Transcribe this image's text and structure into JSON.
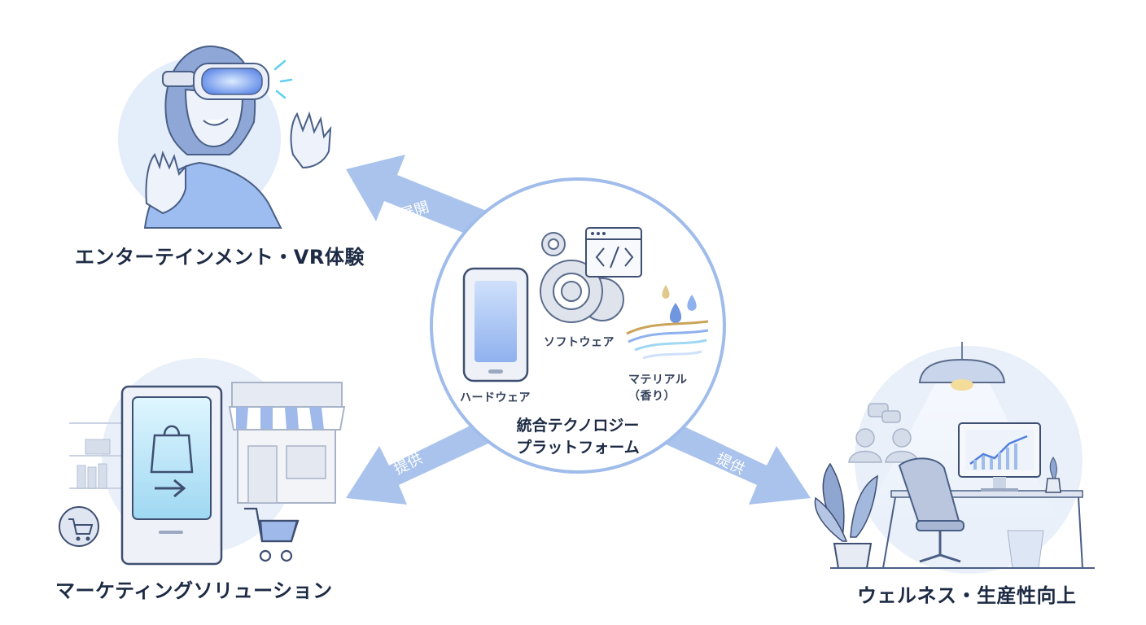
{
  "hub": {
    "title_line1": "統合テクノロジー",
    "title_line2": "プラットフォーム",
    "components": {
      "hardware": "ハードウェア",
      "software": "ソフトウェア",
      "material_line1": "マテリアル",
      "material_line2": "（香り）"
    }
  },
  "arrows": {
    "to_entertainment": "展開",
    "to_marketing": "提供",
    "to_wellness": "提供"
  },
  "domains": {
    "entertainment": "エンターテインメント・VR体験",
    "marketing": "マーケティングソリューション",
    "wellness": "ウェルネス・生産性向上"
  },
  "icons": [
    "vr-headset-icon",
    "smartphone-icon",
    "gear-icon",
    "code-window-icon",
    "aroma-drops-icon",
    "shopping-bag-icon",
    "cart-icon",
    "storefront-icon",
    "monitor-chart-icon",
    "lamp-icon",
    "plant-icon",
    "chat-bubble-icon"
  ],
  "colors": {
    "arrow": "#9fbcea",
    "accent": "#6f96de",
    "circle_fill": "#e7effa",
    "text": "#1c2a44"
  }
}
